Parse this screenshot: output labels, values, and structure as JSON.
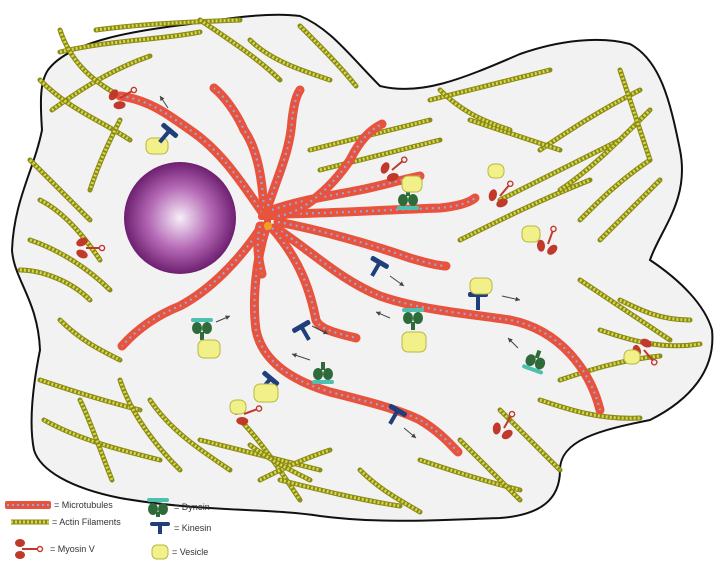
{
  "legend": {
    "microtubules": "= Microtubules",
    "actin": "= Actin Filaments",
    "myosin": "= Myosin V",
    "dynein": "= Dynein",
    "kinesin": "= Kinesin",
    "vesicle": "= Vesicle"
  },
  "colors": {
    "cell_fill": "#f2f2f2",
    "cell_outline": "#111111",
    "microtubule": "#e8533e",
    "microtubule_dots": "#9aa6d8",
    "actin": "#c8c83a",
    "actin_edge": "#8a8a18",
    "nucleus_center": "#f4e8f6",
    "nucleus_edge": "#7a2a7a",
    "myosin": "#c0392b",
    "dynein": "#2f6b3a",
    "dynein_tip": "#4fbfb0",
    "kinesin": "#1f3f7a",
    "vesicle": "#f2f089"
  }
}
